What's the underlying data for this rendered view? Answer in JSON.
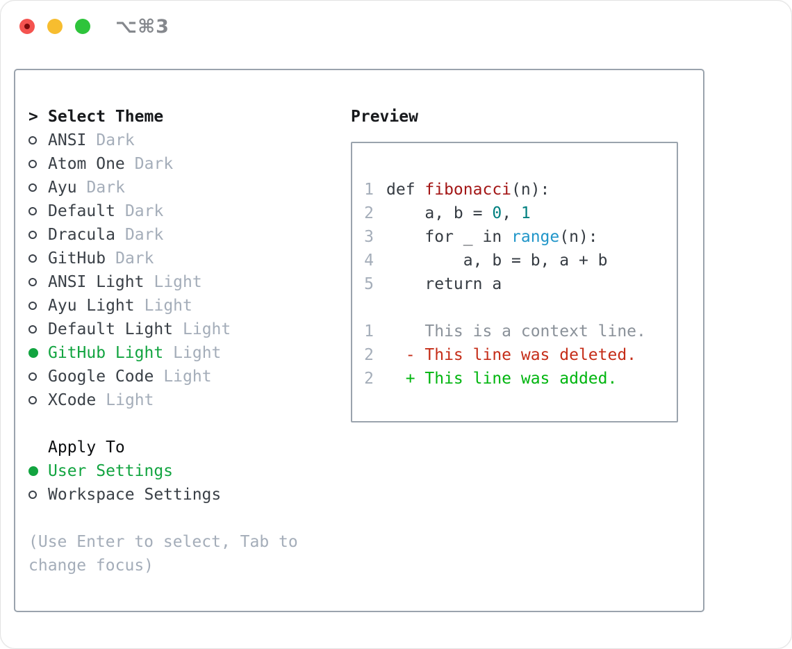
{
  "window": {
    "title": "⌥⌘3",
    "traffic_lights": [
      "close",
      "minimize",
      "zoom"
    ]
  },
  "theme_list": {
    "prompt": ">",
    "header": "Select Theme",
    "items": [
      {
        "label": "ANSI",
        "tag": "Dark",
        "selected": false
      },
      {
        "label": "Atom One",
        "tag": "Dark",
        "selected": false
      },
      {
        "label": "Ayu",
        "tag": "Dark",
        "selected": false
      },
      {
        "label": "Default",
        "tag": "Dark",
        "selected": false
      },
      {
        "label": "Dracula",
        "tag": "Dark",
        "selected": false
      },
      {
        "label": "GitHub",
        "tag": "Dark",
        "selected": false
      },
      {
        "label": "ANSI Light",
        "tag": "Light",
        "selected": false
      },
      {
        "label": "Ayu Light",
        "tag": "Light",
        "selected": false
      },
      {
        "label": "Default Light",
        "tag": "Light",
        "selected": false
      },
      {
        "label": "GitHub Light",
        "tag": "Light",
        "selected": true
      },
      {
        "label": "Google Code",
        "tag": "Light",
        "selected": false
      },
      {
        "label": "XCode",
        "tag": "Light",
        "selected": false
      }
    ]
  },
  "apply_to": {
    "header": "Apply To",
    "options": [
      {
        "label": "User Settings",
        "selected": true
      },
      {
        "label": "Workspace Settings",
        "selected": false
      }
    ]
  },
  "hint": "(Use Enter to select, Tab to change focus)",
  "preview": {
    "title": "Preview",
    "code_lines": [
      {
        "num": "1",
        "tokens": [
          {
            "t": "def ",
            "c": "src"
          },
          {
            "t": "fibonacci",
            "c": "fn"
          },
          {
            "t": "(n):",
            "c": "src"
          }
        ]
      },
      {
        "num": "2",
        "tokens": [
          {
            "t": "    a, b = ",
            "c": "src"
          },
          {
            "t": "0",
            "c": "num"
          },
          {
            "t": ", ",
            "c": "src"
          },
          {
            "t": "1",
            "c": "num"
          }
        ]
      },
      {
        "num": "3",
        "tokens": [
          {
            "t": "    for _ in ",
            "c": "src"
          },
          {
            "t": "range",
            "c": "bi"
          },
          {
            "t": "(n):",
            "c": "src"
          }
        ]
      },
      {
        "num": "4",
        "tokens": [
          {
            "t": "        a, b = b, a + b",
            "c": "src"
          }
        ]
      },
      {
        "num": "5",
        "tokens": [
          {
            "t": "    return a",
            "c": "src"
          }
        ]
      }
    ],
    "diff_lines": [
      {
        "num": "1",
        "marker": " ",
        "text": "This is a context line.",
        "kind": "context"
      },
      {
        "num": "2",
        "marker": "-",
        "text": "This line was deleted.",
        "kind": "deleted"
      },
      {
        "num": "2",
        "marker": "+",
        "text": "This line was added.",
        "kind": "added"
      }
    ]
  },
  "colors": {
    "accent_green": "#12a440",
    "diff_added": "#00b50f",
    "diff_deleted": "#c52d18",
    "diff_context": "#8a9199",
    "syntax_function": "#a31616",
    "syntax_number": "#008080",
    "syntax_builtin": "#2196c9",
    "text_dark": "#3a4047",
    "text_muted": "#a4adb9",
    "border_gray": "#9aa3ad",
    "traffic_red": "#f4534f",
    "traffic_yellow": "#f7bd2f",
    "traffic_green": "#2ec43b"
  }
}
